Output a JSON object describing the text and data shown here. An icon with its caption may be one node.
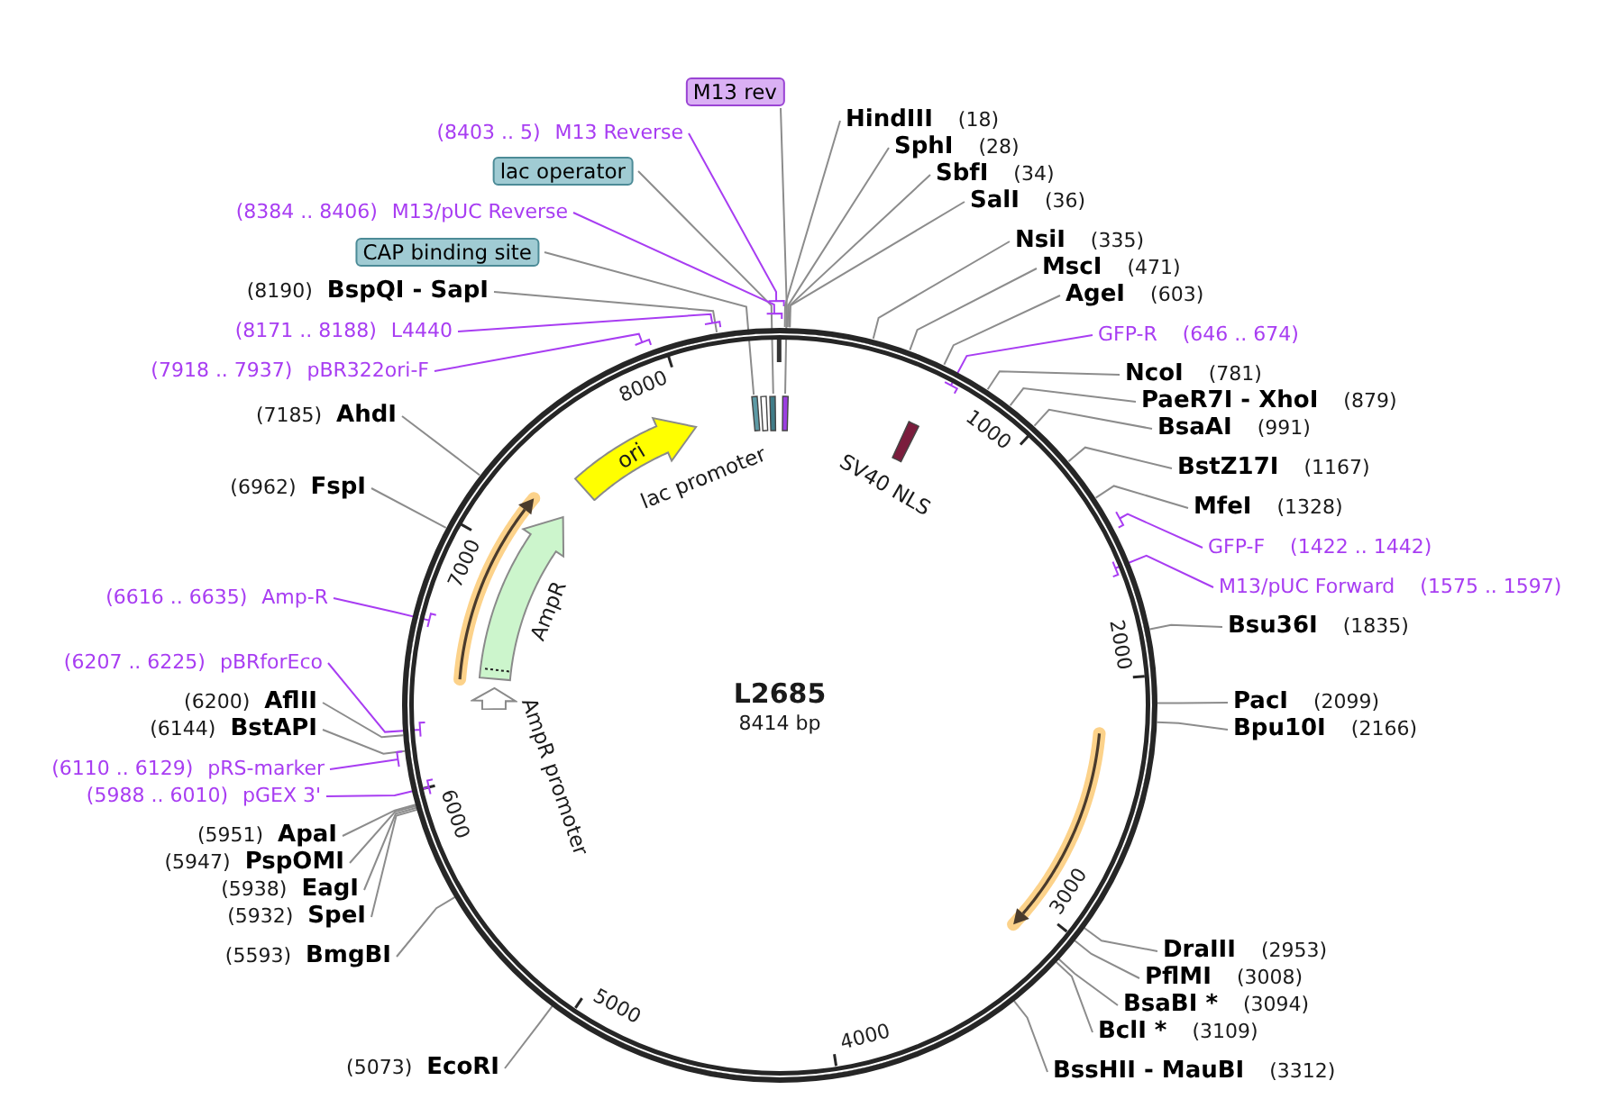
{
  "diagram": {
    "nodes": [
      {
        "text": [
          "L2685",
          "8414 bp"
        ]
      },
      {
        "text": [
          "ori"
        ],
        "in": 0
      },
      {
        "text": [],
        "shape": "arrow",
        "in": 0,
        "beside": [
          "AmpR"
        ]
      },
      {
        "text": [],
        "shape": "arrow",
        "in": 0,
        "beside": [
          "AmpR promoter"
        ]
      },
      {
        "text": [],
        "shape": "bar",
        "in": 0
      },
      {
        "text": [],
        "shape": "bar",
        "in": 0
      },
      {
        "text": [],
        "shape": "bar",
        "in": 0
      },
      {
        "text": [],
        "shape": "bar",
        "in": 0
      },
      {
        "text": [],
        "shape": "bar",
        "in": 0,
        "beside": [
          "SV40 NLS"
        ]
      },
      {
        "text": [
          "M13 rev"
        ]
      },
      {
        "text": [
          "(8403 .. 5)",
          "M13 Reverse"
        ]
      },
      {
        "text": [
          "lac operator"
        ]
      },
      {
        "text": [
          "(8384 .. 8406)",
          "M13/pUC Reverse"
        ]
      },
      {
        "text": [
          "CAP binding site"
        ]
      },
      {
        "text": [
          "(8190)",
          "BspQI - SapI"
        ]
      },
      {
        "text": [
          "(8171 .. 8188)",
          "L4440"
        ]
      },
      {
        "text": [
          "(7918 .. 7937)",
          "pBR322ori-F"
        ]
      },
      {
        "text": [
          "(7185)",
          "AhdI"
        ]
      },
      {
        "text": [
          "(6962)",
          "FspI"
        ]
      },
      {
        "text": [
          "(6616 .. 6635)",
          "Amp-R"
        ]
      },
      {
        "text": [
          "(6207 .. 6225)",
          "pBRforEco"
        ]
      },
      {
        "text": [
          "(6200)",
          "AflII"
        ]
      },
      {
        "text": [
          "(6144)",
          "BstAPI"
        ]
      },
      {
        "text": [
          "(6110 .. 6129)",
          "pRS-marker"
        ]
      },
      {
        "text": [
          "(5988 .. 6010)",
          "pGEX 3'"
        ]
      },
      {
        "text": [
          "(5951)",
          "ApaI"
        ]
      },
      {
        "text": [
          "(5947)",
          "PspOMI"
        ]
      },
      {
        "text": [
          "(5938)",
          "EagI"
        ]
      },
      {
        "text": [
          "(5932)",
          "SpeI"
        ]
      },
      {
        "text": [
          "(5593)",
          "BmgBI"
        ]
      },
      {
        "text": [
          "(5073)",
          "EcoRI"
        ]
      },
      {
        "text": [
          "HindIII",
          "(18)"
        ]
      },
      {
        "text": [
          "SphI",
          "(28)"
        ]
      },
      {
        "text": [
          "SbfI",
          "(34)"
        ]
      },
      {
        "text": [
          "SalI",
          "(36)"
        ]
      },
      {
        "text": [
          "NsiI",
          "(335)"
        ]
      },
      {
        "text": [
          "MscI",
          "(471)"
        ]
      },
      {
        "text": [
          "AgeI",
          "(603)"
        ]
      },
      {
        "text": [
          "GFP-R",
          "(646 .. 674)"
        ]
      },
      {
        "text": [
          "NcoI",
          "(781)"
        ]
      },
      {
        "text": [
          "PaeR7I - XhoI",
          "(879)"
        ]
      },
      {
        "text": [
          "BsaAI",
          "(991)"
        ]
      },
      {
        "text": [
          "BstZ17I",
          "(1167)"
        ]
      },
      {
        "text": [
          "MfeI",
          "(1328)"
        ]
      },
      {
        "text": [
          "GFP-F",
          "(1422 .. 1442)"
        ]
      },
      {
        "text": [
          "M13/pUC Forward",
          "(1575 .. 1597)"
        ]
      },
      {
        "text": [
          "Bsu36I",
          "(1835)"
        ]
      },
      {
        "text": [
          "PacI",
          "(2099)"
        ]
      },
      {
        "text": [
          "Bpu10I",
          "(2166)"
        ]
      },
      {
        "text": [
          "DraIII",
          "(2953)"
        ]
      },
      {
        "text": [
          "PflMI",
          "(3008)"
        ]
      },
      {
        "text": [
          "BsaBI *",
          "(3094)"
        ]
      },
      {
        "text": [
          "BclI *",
          "(3109)"
        ]
      },
      {
        "text": [
          "BssHII - MauBI",
          "(3312)"
        ]
      }
    ],
    "edges": [
      {
        "from": 9,
        "to": 7,
        "arrow": "none"
      },
      {
        "from": 10,
        "to": 0,
        "arrow": "none",
        "color": "#a83df2"
      },
      {
        "from": 11,
        "to": 6,
        "arrow": "none"
      },
      {
        "from": 12,
        "to": 0,
        "arrow": "none",
        "color": "#a83df2"
      },
      {
        "from": 13,
        "to": 4,
        "arrow": "none"
      },
      {
        "from": 14,
        "to": 0,
        "arrow": "none"
      },
      {
        "from": 15,
        "to": 0,
        "arrow": "none",
        "color": "#a83df2"
      },
      {
        "from": 16,
        "to": 0,
        "arrow": "none",
        "color": "#a83df2"
      },
      {
        "from": 17,
        "to": 0,
        "arrow": "none"
      },
      {
        "from": 18,
        "to": 0,
        "arrow": "none"
      },
      {
        "from": 19,
        "to": 0,
        "arrow": "none",
        "color": "#a83df2"
      },
      {
        "from": 20,
        "to": 0,
        "arrow": "none",
        "color": "#a83df2"
      },
      {
        "from": 21,
        "to": 0,
        "arrow": "none"
      },
      {
        "from": 22,
        "to": 0,
        "arrow": "none"
      },
      {
        "from": 23,
        "to": 0,
        "arrow": "none",
        "color": "#a83df2"
      },
      {
        "from": 24,
        "to": 0,
        "arrow": "none",
        "color": "#a83df2"
      },
      {
        "from": 25,
        "to": 0,
        "arrow": "none"
      },
      {
        "from": 26,
        "to": 0,
        "arrow": "none"
      },
      {
        "from": 27,
        "to": 0,
        "arrow": "none"
      },
      {
        "from": 28,
        "to": 0,
        "arrow": "none"
      },
      {
        "from": 29,
        "to": 0,
        "arrow": "none"
      },
      {
        "from": 30,
        "to": 0,
        "arrow": "none"
      },
      {
        "from": 31,
        "to": 0,
        "arrow": "none"
      },
      {
        "from": 32,
        "to": 0,
        "arrow": "none"
      },
      {
        "from": 33,
        "to": 0,
        "arrow": "none"
      },
      {
        "from": 34,
        "to": 0,
        "arrow": "none"
      },
      {
        "from": 35,
        "to": 0,
        "arrow": "none"
      },
      {
        "from": 36,
        "to": 0,
        "arrow": "none"
      },
      {
        "from": 37,
        "to": 0,
        "arrow": "none"
      },
      {
        "from": 38,
        "to": 0,
        "arrow": "none",
        "color": "#a83df2"
      },
      {
        "from": 39,
        "to": 0,
        "arrow": "none"
      },
      {
        "from": 40,
        "to": 0,
        "arrow": "none"
      },
      {
        "from": 41,
        "to": 0,
        "arrow": "none"
      },
      {
        "from": 42,
        "to": 0,
        "arrow": "none"
      },
      {
        "from": 43,
        "to": 0,
        "arrow": "none"
      },
      {
        "from": 44,
        "to": 0,
        "arrow": "none",
        "color": "#a83df2"
      },
      {
        "from": 45,
        "to": 0,
        "arrow": "none",
        "color": "#a83df2"
      },
      {
        "from": 46,
        "to": 0,
        "arrow": "none"
      },
      {
        "from": 47,
        "to": 0,
        "arrow": "none"
      },
      {
        "from": 48,
        "to": 0,
        "arrow": "none"
      },
      {
        "from": 49,
        "to": 0,
        "arrow": "none"
      },
      {
        "from": 50,
        "to": 0,
        "arrow": "none"
      },
      {
        "from": 51,
        "to": 0,
        "arrow": "none"
      },
      {
        "from": 52,
        "to": 0,
        "arrow": "none"
      },
      {
        "from": 53,
        "to": 0,
        "arrow": "none"
      }
    ],
    "labels": [
      "lac promoter",
      "1000",
      "2000",
      "3000",
      "4000",
      "5000",
      "6000",
      "7000",
      "8000"
    ]
  }
}
